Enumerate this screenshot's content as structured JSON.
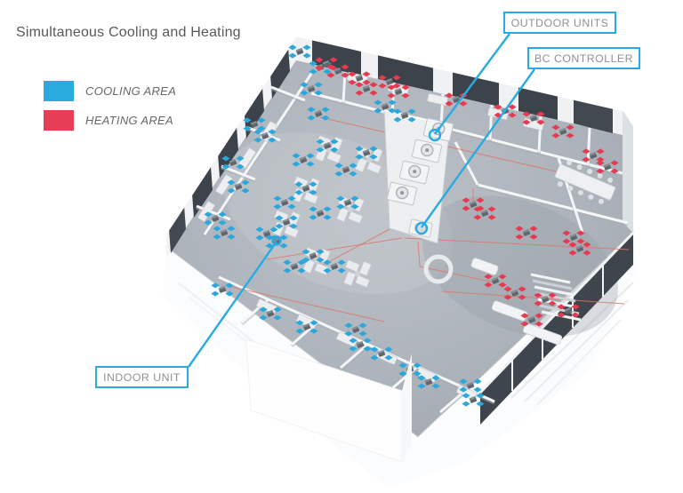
{
  "title": "Simultaneous Cooling and Heating",
  "legend": {
    "items": [
      {
        "id": "cooling-area",
        "label": "COOLING AREA",
        "color": "#29abdf"
      },
      {
        "id": "heating-area",
        "label": "HEATING AREA",
        "color": "#e53e56"
      }
    ]
  },
  "callouts": {
    "outdoor_units": {
      "label": "OUTDOOR UNITS",
      "line": [
        573,
        38,
        489,
        151
      ],
      "ring": [
        489,
        152,
        6
      ]
    },
    "bc_controller": {
      "label": "BC CONTROLLER",
      "line": [
        601,
        78,
        474,
        256
      ],
      "ring": [
        474,
        257,
        6
      ]
    },
    "indoor_unit": {
      "label": "INDOOR UNIT",
      "line": [
        212,
        413,
        311,
        272
      ],
      "ring": [
        311,
        271,
        4.5
      ]
    }
  },
  "colors": {
    "accent": "#29abe2",
    "cooling": "#2ba7dc",
    "heating": "#e63a52",
    "pipe": "#de776c",
    "unit_body": "#5f666d"
  },
  "units": {
    "cooling": [
      [
        337,
        58
      ],
      [
        360,
        76
      ],
      [
        350,
        100
      ],
      [
        358,
        128
      ],
      [
        286,
        140
      ],
      [
        298,
        153
      ],
      [
        262,
        183
      ],
      [
        268,
        210
      ],
      [
        242,
        246
      ],
      [
        252,
        262
      ],
      [
        433,
        120
      ],
      [
        455,
        130
      ],
      [
        368,
        164
      ],
      [
        341,
        180
      ],
      [
        412,
        172
      ],
      [
        389,
        191
      ],
      [
        344,
        212
      ],
      [
        320,
        228
      ],
      [
        391,
        228
      ],
      [
        360,
        240
      ],
      [
        322,
        250
      ],
      [
        300,
        263
      ],
      [
        352,
        288
      ],
      [
        331,
        300
      ],
      [
        376,
        300
      ],
      [
        311,
        272
      ],
      [
        250,
        326
      ],
      [
        304,
        353
      ],
      [
        345,
        368
      ],
      [
        400,
        371
      ],
      [
        405,
        388
      ],
      [
        429,
        398
      ],
      [
        461,
        416
      ],
      [
        482,
        430
      ],
      [
        529,
        434
      ],
      [
        532,
        450
      ]
    ],
    "heating": [
      [
        367,
        72
      ],
      [
        380,
        80
      ],
      [
        404,
        88
      ],
      [
        412,
        100
      ],
      [
        438,
        92
      ],
      [
        448,
        103
      ],
      [
        513,
        112
      ],
      [
        568,
        125
      ],
      [
        600,
        133
      ],
      [
        633,
        148
      ],
      [
        667,
        175
      ],
      [
        683,
        188
      ],
      [
        532,
        230
      ],
      [
        545,
        240
      ],
      [
        592,
        262
      ],
      [
        645,
        267
      ],
      [
        652,
        280
      ],
      [
        557,
        316
      ],
      [
        579,
        330
      ],
      [
        613,
        337
      ],
      [
        639,
        350
      ],
      [
        598,
        360
      ]
    ]
  },
  "outdoor_unit_positions": [
    [
      452,
      218
    ],
    [
      466,
      194
    ],
    [
      480,
      170
    ],
    [
      493,
      146
    ]
  ],
  "bc_controller_pos": [
    473,
    257
  ],
  "pipes": [
    [
      [
        455,
        268
      ],
      [
        707,
        281
      ]
    ],
    [
      [
        497,
        328
      ],
      [
        702,
        342
      ]
    ],
    [
      [
        360,
        132
      ],
      [
        638,
        196
      ]
    ],
    [
      [
        300,
        292
      ],
      [
        452,
        268
      ]
    ],
    [
      [
        256,
        322
      ],
      [
        432,
        362
      ]
    ],
    [
      [
        470,
        272
      ],
      [
        472,
        300
      ],
      [
        556,
        318
      ]
    ],
    [
      [
        438,
        258
      ],
      [
        360,
        300
      ]
    ],
    [
      [
        532,
        232
      ],
      [
        532,
        212
      ]
    ]
  ],
  "furniture": {
    "pinwheel_desks": [
      [
        370,
        168
      ],
      [
        415,
        180
      ],
      [
        344,
        214
      ],
      [
        394,
        236
      ],
      [
        322,
        252
      ],
      [
        356,
        294
      ],
      [
        402,
        308
      ]
    ],
    "office_desks": [
      [
        302,
        148,
        -57
      ],
      [
        278,
        178,
        -57
      ],
      [
        252,
        208,
        -57
      ],
      [
        232,
        238,
        -57
      ],
      [
        402,
        88,
        13
      ],
      [
        448,
        100,
        13
      ],
      [
        492,
        112,
        13
      ],
      [
        560,
        128,
        13
      ],
      [
        600,
        140,
        13
      ],
      [
        300,
        345,
        24
      ],
      [
        345,
        362,
        24
      ],
      [
        390,
        382,
        24
      ],
      [
        435,
        402,
        24
      ],
      [
        480,
        422,
        24
      ],
      [
        525,
        442,
        24
      ]
    ],
    "meeting_table": [
      658,
      205,
      23
    ],
    "sofas": [
      [
        573,
        350,
        20,
        40
      ],
      [
        610,
        376,
        20,
        44
      ],
      [
        545,
        300,
        20,
        30
      ]
    ]
  }
}
